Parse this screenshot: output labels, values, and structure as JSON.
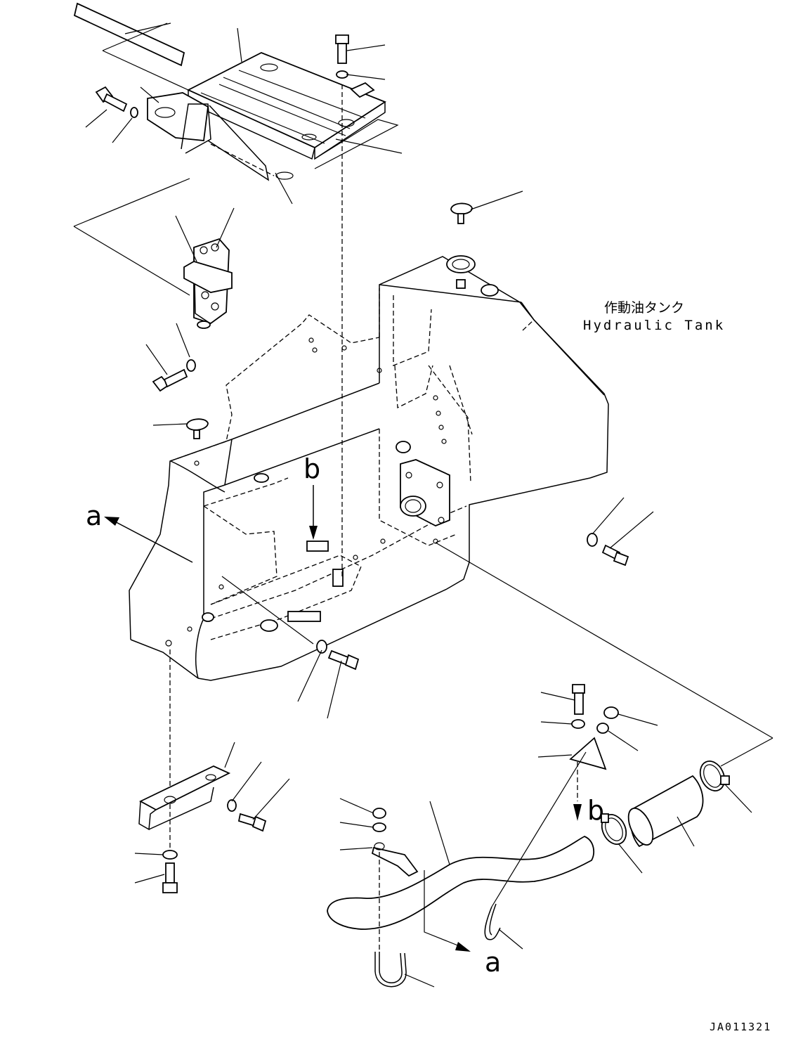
{
  "title_jp": "作動油タンク",
  "title_en": "Hydraulic Tank",
  "view_labels": {
    "a_main": "a",
    "b_main": "b",
    "b_pipe": "b",
    "a_pipe": "a"
  },
  "document_id": "JA011321"
}
